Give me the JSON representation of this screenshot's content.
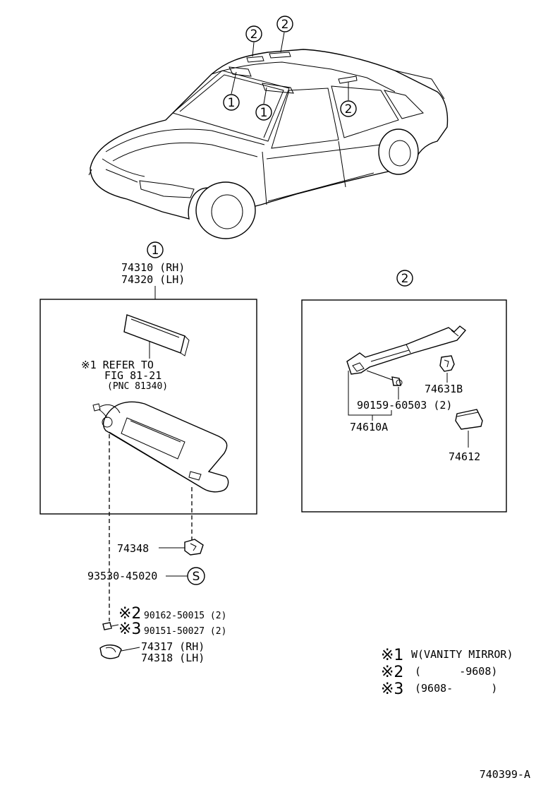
{
  "callouts": {
    "one": "1",
    "two": "2"
  },
  "section1": {
    "ref": "1",
    "part_rh": "74310 (RH)",
    "part_lh": "74320 (LH)",
    "note_line1": "※1 REFER TO",
    "note_line2": "FIG 81-21",
    "note_line3": "(PNC 81340)",
    "bracket_part": "74348",
    "screw_part": "93530-45020",
    "screw_symbol": "S",
    "screw2_mark": "※2",
    "screw2_part": "90162-50015 (2)",
    "screw3_mark": "※3",
    "screw3_part": "90151-50027 (2)",
    "holder_rh": "74317 (RH)",
    "holder_lh": "74318 (LH)"
  },
  "section2": {
    "ref": "2",
    "bolt_part": "90159-60503 (2)",
    "grip_part": "74610A",
    "clip_part": "74631B",
    "cap_part": "74612"
  },
  "legend": {
    "line1_mark": "※1",
    "line1_text": "W(VANITY MIRROR)",
    "line2_mark": "※2",
    "line2_text": "(      -9608)",
    "line3_mark": "※3",
    "line3_text": "(9608-      )"
  },
  "figure_code": "740399-A"
}
